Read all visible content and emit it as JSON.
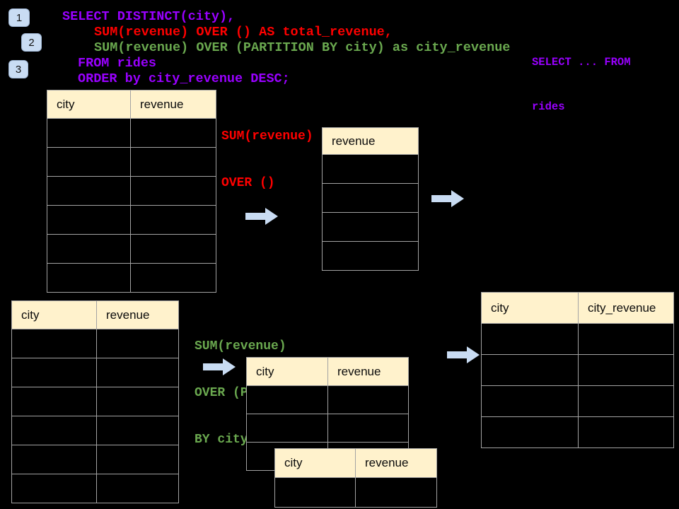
{
  "colors": {
    "background": "#000000",
    "sql_purple": "#9900FF",
    "sql_red": "#FF0000",
    "sql_green": "#6AA84F",
    "table_header_fill": "#FFF2CC",
    "table_grid": "#A3A3A3",
    "arrow_blue": "#C9DCF3",
    "badge_fill": "#C9DCF3"
  },
  "badges": [
    {
      "label": "1"
    },
    {
      "label": "2"
    },
    {
      "label": "3"
    }
  ],
  "sql_code": {
    "line1": "SELECT DISTINCT(city),",
    "line2": "SUM(revenue) OVER () AS total_revenue,",
    "line3": "SUM(revenue) OVER (PARTITION BY city) as city_revenue",
    "line4": "FROM rides",
    "line5": "ORDER by city_revenue DESC;"
  },
  "from_note": {
    "line1": "SELECT ... FROM",
    "line2": "rides"
  },
  "annotation_total": {
    "line1": "SUM(revenue)",
    "line2": "OVER ()"
  },
  "annotation_partition": {
    "line1": "SUM(revenue)",
    "line2": "OVER (PARTITION",
    "line3": "BY city)"
  },
  "tables": {
    "source_top": {
      "col1": "city",
      "col2": "revenue"
    },
    "total_result": {
      "col1": "revenue"
    },
    "source_bottom": {
      "col1": "city",
      "col2": "revenue"
    },
    "partition_a": {
      "col1": "city",
      "col2": "revenue"
    },
    "partition_b": {
      "col1": "city",
      "col2": "revenue"
    },
    "city_revenue_result": {
      "col1": "city",
      "col2": "city_revenue"
    }
  }
}
